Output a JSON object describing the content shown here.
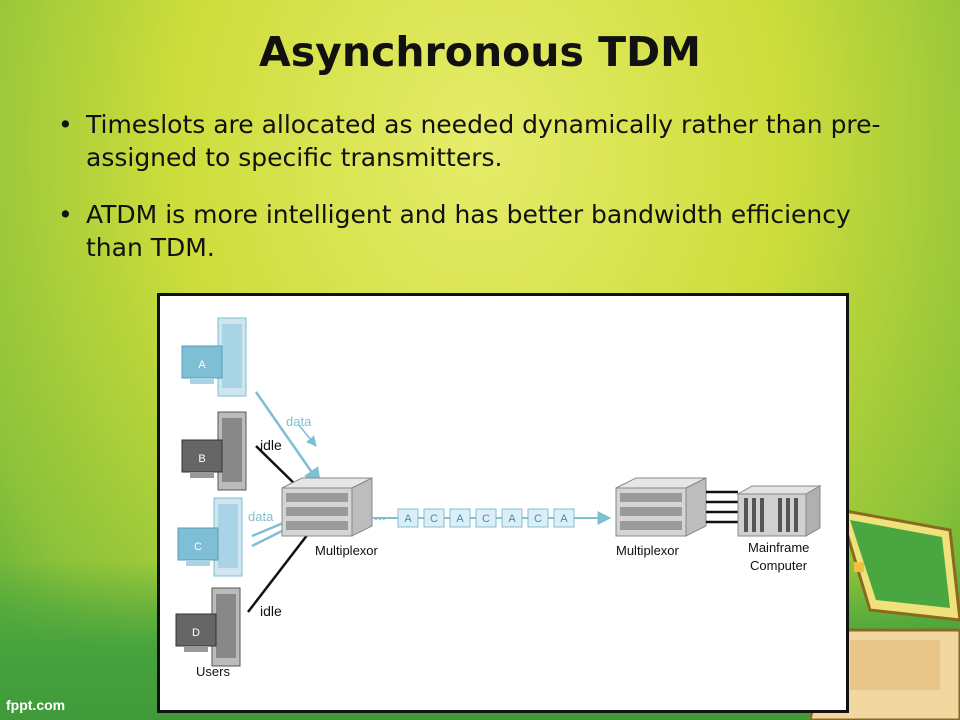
{
  "slide": {
    "title": "Asynchronous TDM",
    "bullets": [
      "Timeslots are allocated as needed dynamically rather than pre-assigned to specific transmitters.",
      "ATDM is more intelligent and has better bandwidth efficiency than TDM."
    ]
  },
  "diagram": {
    "users": [
      "A",
      "B",
      "C",
      "D"
    ],
    "users_label": "Users",
    "idle_label_1": "idle",
    "idle_label_2": "idle",
    "data_label_1": "data",
    "data_label_2": "data",
    "slots": [
      "A",
      "C",
      "A",
      "C",
      "A",
      "C",
      "A"
    ],
    "ellipsis": "•••",
    "multiplexor_left": "Multiplexor",
    "multiplexor_right": "Multiplexor",
    "mainframe_line1": "Mainframe",
    "mainframe_line2": "Computer",
    "colors": {
      "data_line": "#7fbfd6",
      "idle_line": "#111111",
      "slot_fill": "#dceef6"
    }
  },
  "footer": {
    "watermark": "fppt.com"
  }
}
